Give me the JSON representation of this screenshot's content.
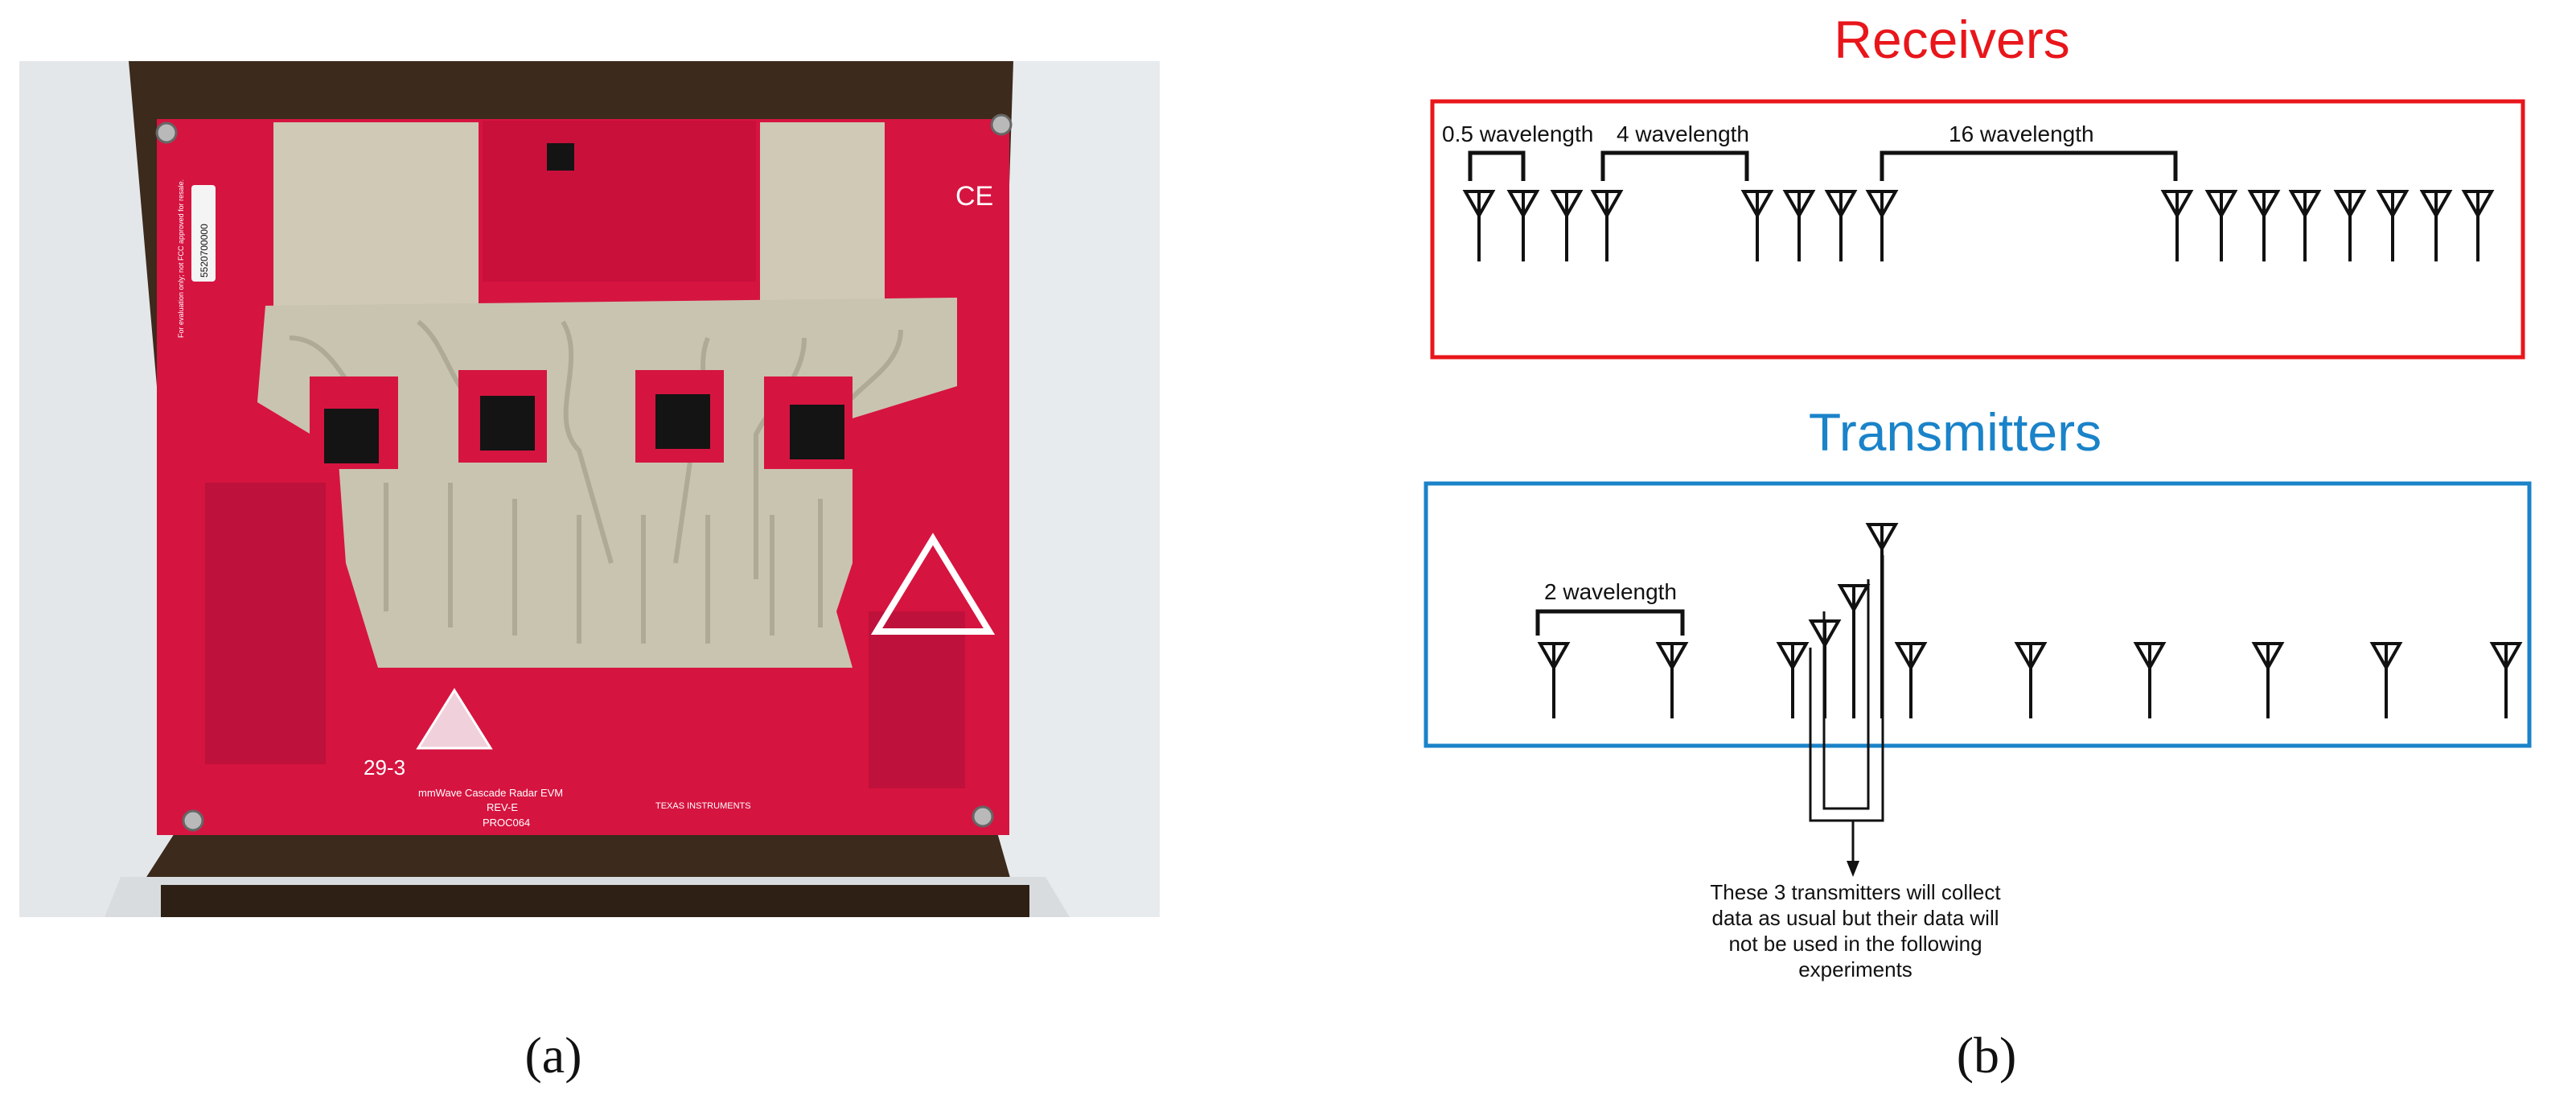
{
  "panel_a": {
    "label": "(a)",
    "photo": {
      "board_id": "29-3",
      "silk_line1": "mmWave Cascade Radar EVM",
      "silk_line2": "REV-E",
      "silk_line3": "PROC064",
      "brand": "TEXAS INSTRUMENTS",
      "ce_mark": "CE",
      "side_text": "For evaluation only; not FCC approved for resale.",
      "sticker_text": "5520700000",
      "colors": {
        "box": "#3c2a1c",
        "board": "#d61440",
        "board_dark": "#a30d2f",
        "copper": "#cfc9b6",
        "chip": "#141414",
        "white_paper": "#e9ecef"
      }
    }
  },
  "panel_b": {
    "label": "(b)",
    "receivers": {
      "title": "Receivers",
      "color": "#e8161b",
      "spacings": [
        "0.5 wavelength",
        "4 wavelength",
        "16 wavelength"
      ],
      "antenna_count": 16
    },
    "transmitters": {
      "title": "Transmitters",
      "color": "#1a83c9",
      "spacing": "2 wavelength",
      "antenna_count": 12,
      "note_lines": [
        "These 3 transmitters will collect",
        "data as usual but their data will",
        "not be used in the following",
        "experiments"
      ]
    }
  }
}
